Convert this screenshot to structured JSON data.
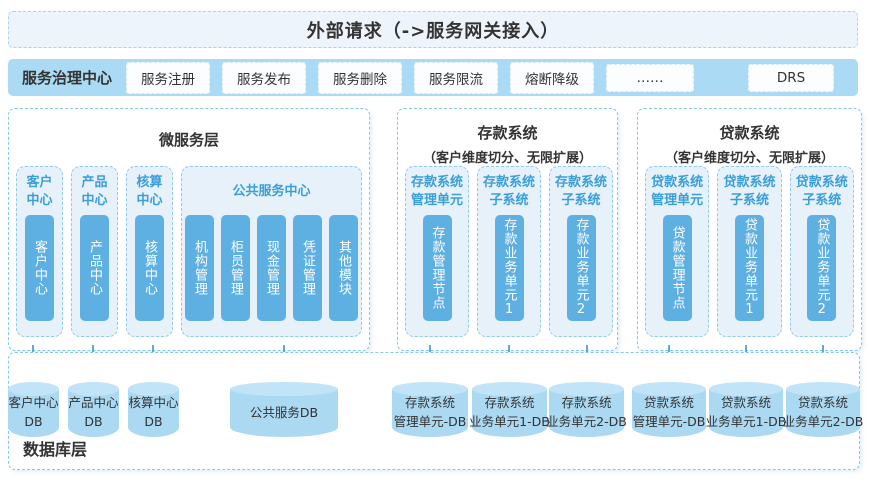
{
  "banner": {
    "title": "外部请求（->服务网关接入）"
  },
  "governance": {
    "label": "服务治理中心",
    "buttons": [
      "服务注册",
      "服务发布",
      "服务删除",
      "服务限流",
      "熔断降级",
      "……",
      "DRS"
    ]
  },
  "panels": {
    "micro": {
      "title": "微服务层",
      "centers": [
        {
          "header": "客户中心",
          "bar": "客户中心"
        },
        {
          "header": "产品中心",
          "bar": "产品中心"
        },
        {
          "header": "核算中心",
          "bar": "核算中心"
        }
      ],
      "public": {
        "header": "公共服务中心",
        "bars": [
          "机构管理",
          "柜员管理",
          "现金管理",
          "凭证管理",
          "其他模块"
        ]
      }
    },
    "deposit": {
      "title": "存款系统",
      "subtitle": "（客户维度切分、无限扩展）",
      "units": [
        {
          "header": "存款系统管理单元",
          "bar": "存款管理节点"
        },
        {
          "header": "存款系统子系统",
          "bar": "存款业务单元1"
        },
        {
          "header": "存款系统子系统",
          "bar": "存款业务单元2"
        }
      ]
    },
    "loan": {
      "title": "贷款系统",
      "subtitle": "（客户维度切分、无限扩展）",
      "units": [
        {
          "header": "贷款系统管理单元",
          "bar": "贷款管理节点"
        },
        {
          "header": "贷款系统子系统",
          "bar": "贷款业务单元1"
        },
        {
          "header": "贷款系统子系统",
          "bar": "贷款业务单元2"
        }
      ]
    }
  },
  "database": {
    "label": "数据库层",
    "cylinders": [
      {
        "l1": "客户中心",
        "l2": "DB"
      },
      {
        "l1": "产品中心",
        "l2": "DB"
      },
      {
        "l1": "核算中心",
        "l2": "DB"
      },
      {
        "l1": "公共服务DB",
        "l2": ""
      },
      {
        "l1": "存款系统",
        "l2": "管理单元-DB"
      },
      {
        "l1": "存款系统",
        "l2": "业务单元1-DB"
      },
      {
        "l1": "存款系统",
        "l2": "业务单元2-DB"
      },
      {
        "l1": "贷款系统",
        "l2": "管理单元-DB"
      },
      {
        "l1": "贷款系统",
        "l2": "业务单元1-DB"
      },
      {
        "l1": "贷款系统",
        "l2": "业务单元2-DB"
      }
    ]
  },
  "colors": {
    "accent_blue": "#5fb0e2",
    "light_blue_fill": "#e7f1fa",
    "governance_bg": "#abdbf4",
    "cylinder_fill": "#abd9f2",
    "header_text": "#3a9fd8",
    "arrow": "#58aadf"
  }
}
